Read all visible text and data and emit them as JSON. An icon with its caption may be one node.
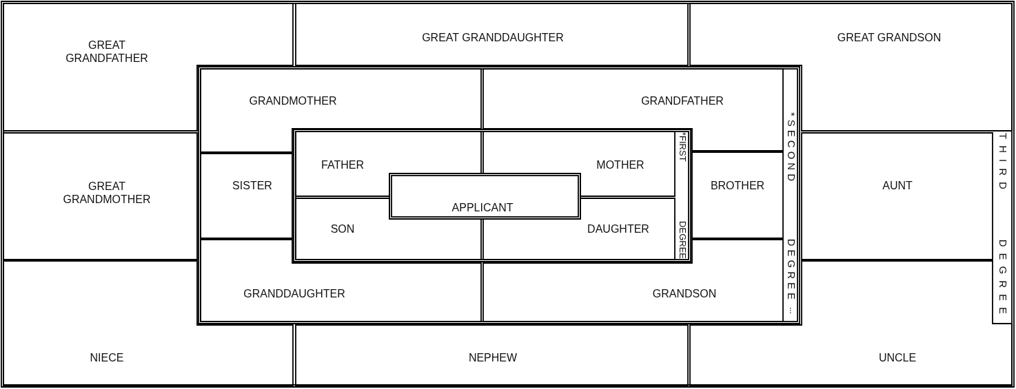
{
  "diagram": {
    "nodes": [
      {
        "text": [
          "THIRD DEGREE"
        ]
      },
      {
        "text": [
          "GREAT GRANDFATHER"
        ],
        "in": 0
      },
      {
        "text": [
          "GREAT GRANDDAUGHTER"
        ],
        "in": 0
      },
      {
        "text": [
          "GREAT GRANDSON"
        ],
        "in": 0
      },
      {
        "text": [
          "*SECOND DEGREE"
        ],
        "in": 0
      },
      {
        "text": [
          "GRANDMOTHER"
        ],
        "in": 4
      },
      {
        "text": [
          "GRANDFATHER"
        ],
        "in": 4
      },
      {
        "text": [
          "SISTER"
        ],
        "in": 4
      },
      {
        "text": [
          "*FIRST DEGREE"
        ],
        "in": 4
      },
      {
        "text": [
          "FATHER"
        ],
        "in": 8
      },
      {
        "text": [
          "MOTHER"
        ],
        "in": 8
      },
      {
        "text": [
          "APPLICANT"
        ],
        "in": 8
      },
      {
        "text": [
          "SON"
        ],
        "in": 8
      },
      {
        "text": [
          "DAUGHTER"
        ],
        "in": 8
      },
      {
        "text": [
          "BROTHER"
        ],
        "in": 4
      },
      {
        "text": [
          "GRANDDAUGHTER"
        ],
        "in": 4
      },
      {
        "text": [
          "GRANDSON"
        ],
        "in": 4
      },
      {
        "text": [
          "GREAT GRANDMOTHER"
        ],
        "in": 0
      },
      {
        "text": [
          "AUNT"
        ],
        "in": 0
      },
      {
        "text": [
          "NIECE"
        ],
        "in": 0
      },
      {
        "text": [
          "NEPHEW"
        ],
        "in": 0
      },
      {
        "text": [
          "UNCLE"
        ],
        "in": 0
      }
    ],
    "labels": [
      "..."
    ]
  }
}
